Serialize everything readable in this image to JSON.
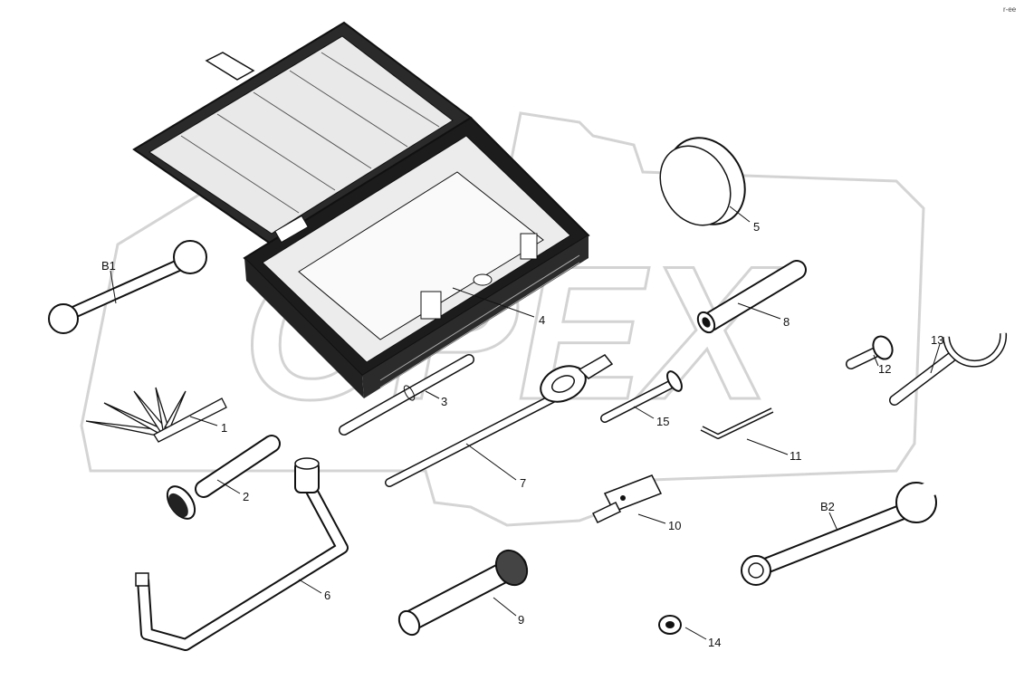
{
  "watermark": {
    "text": "OPEX",
    "color": "#c8c8c8"
  },
  "corner_mark": "r-ee",
  "parts": [
    {
      "id": "B1",
      "label": "B1",
      "name": "open-end wrench"
    },
    {
      "id": "1",
      "label": "1",
      "name": "feeler gauge set"
    },
    {
      "id": "2",
      "label": "2",
      "name": "grease gun handle"
    },
    {
      "id": "3",
      "label": "3",
      "name": "bar"
    },
    {
      "id": "4",
      "label": "4",
      "name": "tool box"
    },
    {
      "id": "5",
      "label": "5",
      "name": "cap"
    },
    {
      "id": "6",
      "label": "6",
      "name": "wheel brace"
    },
    {
      "id": "7",
      "label": "7",
      "name": "spanner with handle"
    },
    {
      "id": "8",
      "label": "8",
      "name": "socket wrench"
    },
    {
      "id": "9",
      "label": "9",
      "name": "spark plug wrench"
    },
    {
      "id": "10",
      "label": "10",
      "name": "blade"
    },
    {
      "id": "11",
      "label": "11",
      "name": "hex key"
    },
    {
      "id": "12",
      "label": "12",
      "name": "bolt"
    },
    {
      "id": "13",
      "label": "13",
      "name": "hook wrench"
    },
    {
      "id": "14",
      "label": "14",
      "name": "nut"
    },
    {
      "id": "15",
      "label": "15",
      "name": "pin"
    },
    {
      "id": "B2",
      "label": "B2",
      "name": "combination wrench"
    }
  ]
}
